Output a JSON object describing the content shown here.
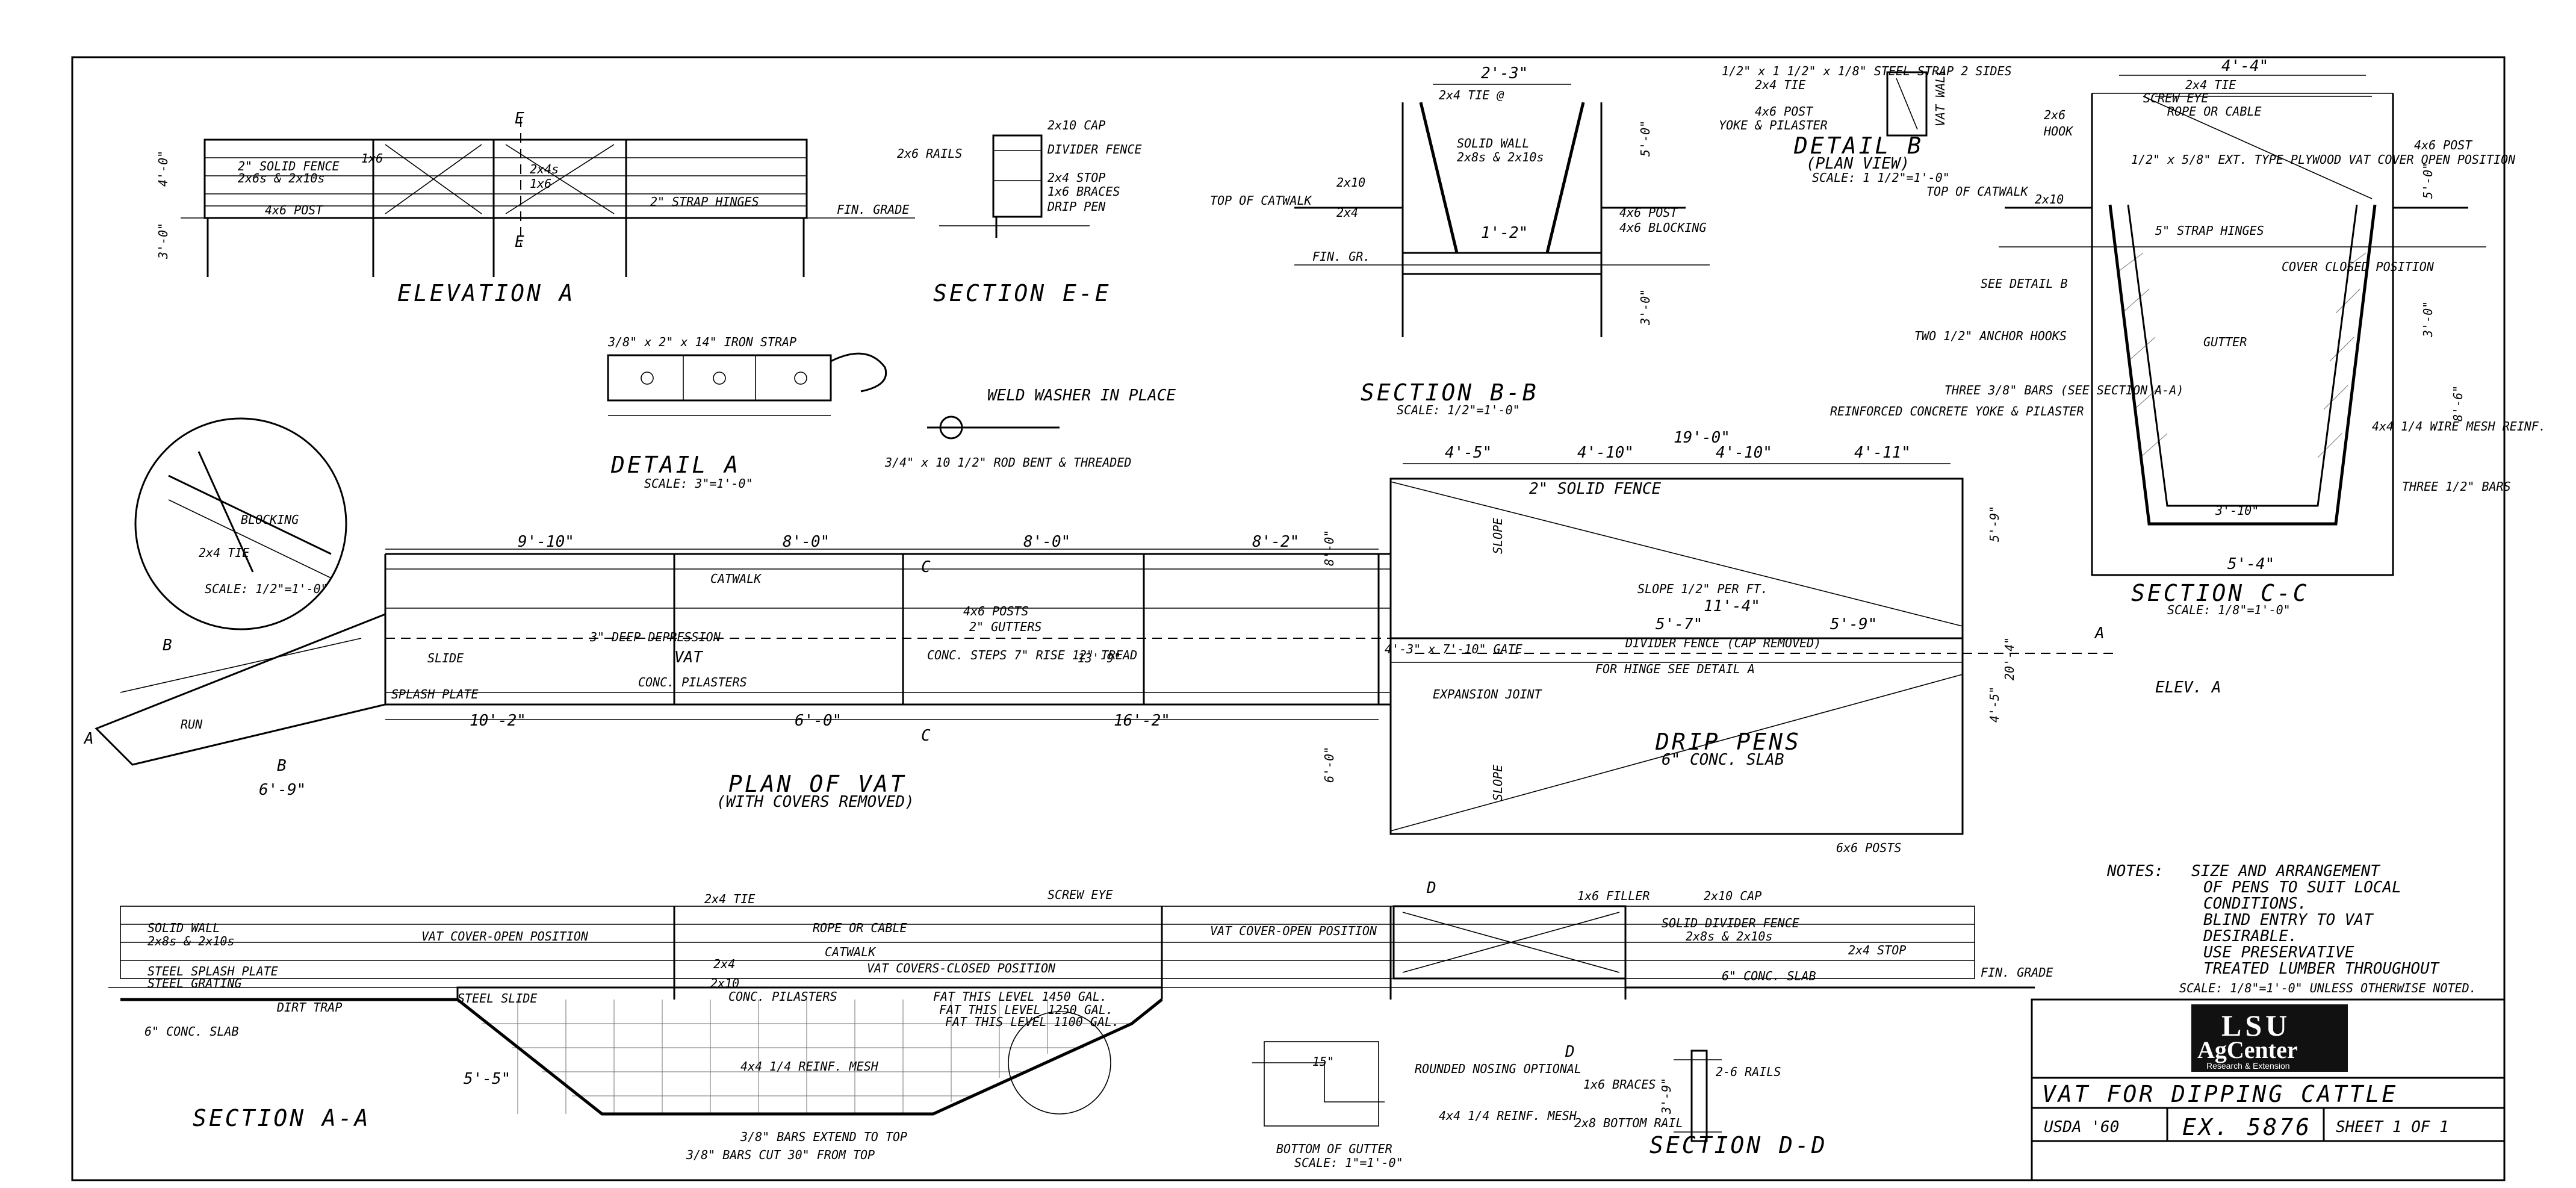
{
  "views": {
    "elevation_a": {
      "title": "ELEVATION A",
      "labels": [
        "2\" SOLID FENCE",
        "2x6s & 2x10s",
        "1x6",
        "2x4s",
        "1x6",
        "2\" STRAP HINGES",
        "4x6 POST",
        "FIN. GRADE",
        "E",
        "E",
        "4'-0\"",
        "3'-0\""
      ]
    },
    "section_ee": {
      "title": "SECTION E-E",
      "labels": [
        "2x10 CAP",
        "2x6 RAILS",
        "DIVIDER FENCE",
        "2x4 STOP",
        "1x6 BRACES",
        "DRIP PEN"
      ]
    },
    "detail_a": {
      "title": "DETAIL A",
      "scale": "SCALE: 3\"=1'-0\"",
      "labels": [
        "3/8\" x 2\" x 14\" IRON STRAP",
        "WELD WASHER IN PLACE",
        "3/4\" x 10 1/2\" ROD BENT & THREADED"
      ]
    },
    "section_bb": {
      "title": "SECTION B-B",
      "scale": "SCALE: 1/2\"=1'-0\"",
      "labels": [
        "2'-3\"",
        "2x4 TIE @",
        "SOLID WALL",
        "2x8s & 2x10s",
        "TOP OF CATWALK",
        "2x10",
        "2x4",
        "1'-2\"",
        "4x6 POST",
        "4x6 BLOCKING",
        "FIN. GR.",
        "3'-0\"",
        "5'-0\""
      ]
    },
    "detail_b": {
      "title": "DETAIL B",
      "subtitle": "(PLAN VIEW)",
      "scale": "SCALE: 1 1/2\"=1'-0\"",
      "labels": [
        "1/2\" x 1 1/2\" x 1/8\" STEEL STRAP 2 SIDES",
        "2x4 TIE",
        "4x6 POST",
        "YOKE & PILASTER",
        "VAT WALL"
      ]
    },
    "section_cc": {
      "title": "SECTION C-C",
      "scale": "SCALE: 1/8\"=1'-0\"",
      "labels": [
        "4'-4\"",
        "2x4 TIE",
        "SCREW EYE",
        "ROPE OR CABLE",
        "2x6",
        "HOOK",
        "1/2\" x 5/8\" EXT. TYPE PLYWOOD VAT COVER OPEN POSITION",
        "4x6 POST",
        "TOP OF CATWALK",
        "2x10",
        "5\" STRAP HINGES",
        "COVER CLOSED POSITION",
        "SEE DETAIL B",
        "TWO 1/2\" ANCHOR HOOKS",
        "GUTTER",
        "THREE 3/8\" BARS (SEE SECTION A-A)",
        "REINFORCED CONCRETE YOKE & PILASTER",
        "4x4 1/4 WIRE MESH REINF.",
        "THREE 1/2\" BARS",
        "3'-10\"",
        "5'-4\"",
        "5'-0\"",
        "3'-0\"",
        "8'-6\""
      ]
    },
    "plan_of_vat": {
      "title": "PLAN OF VAT",
      "subtitle": "(WITH COVERS REMOVED)",
      "labels": [
        "9'-10\"",
        "8'-0\"",
        "8'-0\"",
        "8'-2\"",
        "CATWALK",
        "C",
        "C",
        "3\" DEEP DEPRESSION",
        "4x6 POSTS",
        "2\" GUTTERS",
        "VAT",
        "CONC. STEPS 7\" RISE 12\" TREAD",
        "CONC. PILASTERS",
        "SLIDE",
        "SPLASH PLATE",
        "RUN",
        "B",
        "B",
        "A",
        "10'-2\"",
        "6'-0\"",
        "16'-2\"",
        "6'-9\"",
        "13'-9\"",
        "4'-3\" x 7'-10\" GATE",
        "EXPANSION JOINT",
        "FOR HINGE SEE DETAIL A",
        "2x4 TIE",
        "BLOCKING",
        "SCALE: 1/2\"=1'-0\""
      ]
    },
    "drip_pens": {
      "labels": [
        "19'-0\"",
        "4'-5\"",
        "4'-10\"",
        "4'-10\"",
        "4'-11\"",
        "2\" SOLID FENCE",
        "SLOPE 1/2\" PER FT.",
        "11'-4\"",
        "5'-7\"",
        "5'-9\"",
        "DIVIDER FENCE (CAP REMOVED)",
        "DRIP PENS",
        "6\" CONC. SLAB",
        "6x6 POSTS",
        "SLOPE",
        "SLOPE",
        "A",
        "ELEV. A",
        "20'-4\"",
        "5'-9\"",
        "4'-5\"",
        "8'-0\"",
        "6'-0\""
      ]
    },
    "section_aa": {
      "title": "SECTION A-A",
      "labels": [
        "SOLID WALL",
        "2x8s & 2x10s",
        "2x4 TIE",
        "ROPE OR CABLE",
        "SCREW EYE",
        "VAT COVER-OPEN POSITION",
        "VAT COVER-OPEN POSITION",
        "2x4",
        "CATWALK",
        "VAT COVERS-CLOSED POSITION",
        "STEEL SPLASH PLATE",
        "STEEL GRATING",
        "DIRT TRAP",
        "STEEL SLIDE",
        "2x10",
        "CONC. PILASTERS",
        "FAT THIS LEVEL 1450 GAL.",
        "FAT THIS LEVEL 1250 GAL.",
        "FAT THIS LEVEL 1100 GAL.",
        "6\" CONC. SLAB",
        "4x4 1/4 REINF. MESH",
        "3/8\" BARS EXTEND TO TOP",
        "3/8\" BARS CUT 30\" FROM TOP",
        "5'-5\""
      ]
    },
    "section_dd": {
      "title": "SECTION D-D",
      "labels": [
        "D",
        "D",
        "1x6 FILLER",
        "2x10 CAP",
        "SOLID DIVIDER FENCE",
        "2x8s & 2x10s",
        "2x4 STOP",
        "6\" CONC. SLAB",
        "FIN. GRADE",
        "ROUNDED NOSING OPTIONAL",
        "4x4 1/4 REINF. MESH",
        "BOTTOM OF GUTTER",
        "SCALE: 1\"=1'-0\"",
        "15\"",
        "2-6 RAILS",
        "1x6 BRACES",
        "2x8 BOTTOM RAIL",
        "3'-9\""
      ]
    }
  },
  "notes": {
    "heading": "NOTES:",
    "lines": [
      "SIZE AND ARRANGEMENT",
      "OF PENS TO SUIT LOCAL",
      "CONDITIONS.",
      "BLIND ENTRY TO VAT",
      "DESIRABLE.",
      "USE PRESERVATIVE",
      "TREATED LUMBER THROUGHOUT"
    ],
    "scale": "SCALE: 1/8\"=1'-0\" UNLESS OTHERWISE NOTED."
  },
  "title_block": {
    "logo_top": "LSU",
    "logo_mid": "AgCenter",
    "logo_sub": "Research & Extension",
    "title": "VAT FOR DIPPING CATTLE",
    "agency": "USDA '60",
    "ex_no": "EX. 5876",
    "sheet": "SHEET 1 OF 1"
  },
  "colors": {
    "ink": "#000000",
    "paper": "#ffffff",
    "logo": "#111111"
  }
}
